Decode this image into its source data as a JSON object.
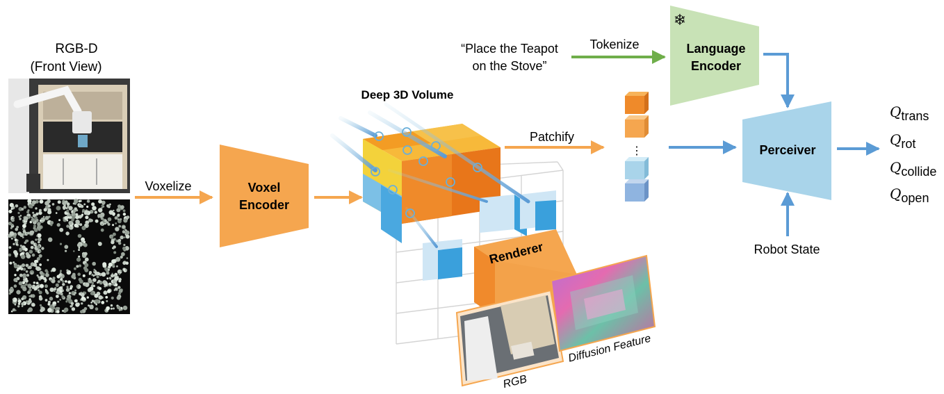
{
  "input": {
    "title_line1": "RGB-D",
    "title_line2": "(Front View)"
  },
  "arrows": {
    "voxelize": "Voxelize",
    "patchify": "Patchify",
    "tokenize": "Tokenize",
    "ellipsis": "⋮"
  },
  "voxel_encoder": {
    "line1": "Voxel",
    "line2": "Encoder"
  },
  "volume": {
    "title": "Deep 3D Volume"
  },
  "renderer": {
    "label": "Renderer"
  },
  "outputs_images": {
    "rgb": "RGB",
    "diffusion": "Diffusion Feature"
  },
  "instruction": {
    "line1": "“Place the Teapot",
    "line2": "on the Stove”"
  },
  "language_encoder": {
    "line1": "Language",
    "line2": "Encoder",
    "frozen_icon": "snowflake-icon"
  },
  "perceiver": {
    "label": "Perceiver"
  },
  "robot_state": {
    "label": "Robot State"
  },
  "q_outputs": [
    {
      "sym": "Q",
      "sub": "trans"
    },
    {
      "sym": "Q",
      "sub": "rot"
    },
    {
      "sym": "Q",
      "sub": "collide"
    },
    {
      "sym": "Q",
      "sub": "open"
    }
  ],
  "colors": {
    "orange": "#f5a64f",
    "orange_dark": "#e8761a",
    "blue": "#5b9bd5",
    "light_blue": "#a9d4ea",
    "green": "#6fae4a",
    "green_fill": "#c8e2b6",
    "yellow": "#f3d23b"
  }
}
